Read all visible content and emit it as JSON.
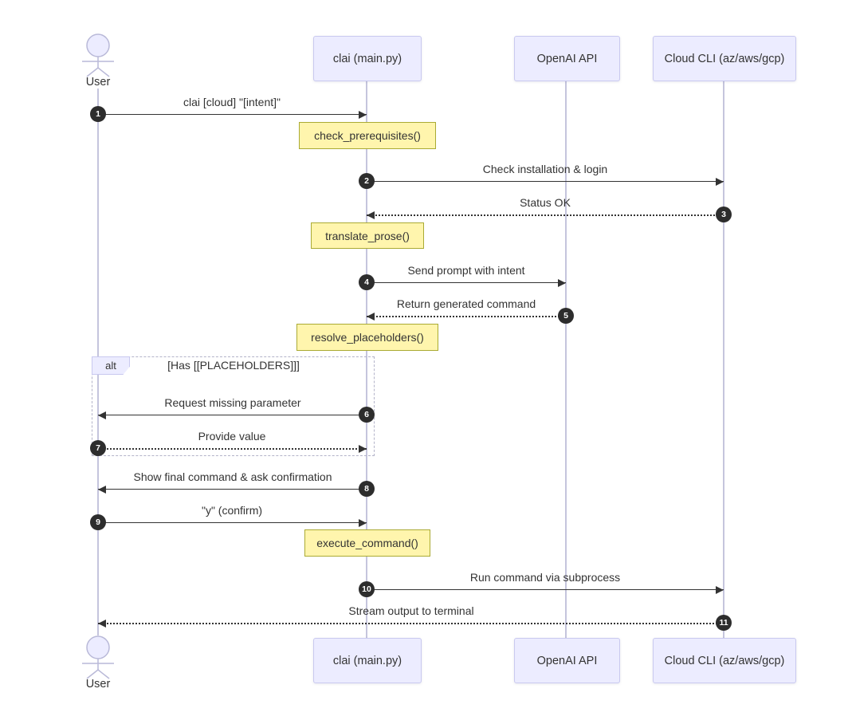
{
  "diagram": {
    "kind": "sequence-diagram",
    "actors": {
      "top_label": "User",
      "bottom_label": "User"
    },
    "participants": [
      {
        "label": "clai (main.py)"
      },
      {
        "label": "OpenAI API"
      },
      {
        "label": "Cloud CLI (az/aws/gcp)"
      }
    ],
    "messages": [
      {
        "num": "1",
        "label": "clai [cloud] \"[intent]\"",
        "from": "User",
        "to": "clai (main.py)",
        "line": "solid"
      },
      {
        "num": "2",
        "label": "Check installation & login",
        "from": "clai (main.py)",
        "to": "Cloud CLI (az/aws/gcp)",
        "line": "solid"
      },
      {
        "num": "3",
        "label": "Status OK",
        "from": "Cloud CLI (az/aws/gcp)",
        "to": "clai (main.py)",
        "line": "dotted"
      },
      {
        "num": "4",
        "label": "Send prompt with intent",
        "from": "clai (main.py)",
        "to": "OpenAI API",
        "line": "solid"
      },
      {
        "num": "5",
        "label": "Return generated command",
        "from": "OpenAI API",
        "to": "clai (main.py)",
        "line": "dotted"
      },
      {
        "num": "6",
        "label": "Request missing parameter",
        "from": "clai (main.py)",
        "to": "User",
        "line": "solid"
      },
      {
        "num": "7",
        "label": "Provide value",
        "from": "User",
        "to": "clai (main.py)",
        "line": "dotted"
      },
      {
        "num": "8",
        "label": "Show final command & ask confirmation",
        "from": "clai (main.py)",
        "to": "User",
        "line": "solid"
      },
      {
        "num": "9",
        "label": "\"y\" (confirm)",
        "from": "User",
        "to": "clai (main.py)",
        "line": "solid"
      },
      {
        "num": "10",
        "label": "Run command via subprocess",
        "from": "clai (main.py)",
        "to": "Cloud CLI (az/aws/gcp)",
        "line": "solid"
      },
      {
        "num": "11",
        "label": "Stream output to terminal",
        "from": "Cloud CLI (az/aws/gcp)",
        "to": "User",
        "line": "dotted"
      }
    ],
    "notes": [
      {
        "label": "check_prerequisites()"
      },
      {
        "label": "translate_prose()"
      },
      {
        "label": "resolve_placeholders()"
      },
      {
        "label": "execute_command()"
      }
    ],
    "alt_frame": {
      "label": "alt",
      "condition": "[Has [[PLACEHOLDERS]]]"
    },
    "colors": {
      "participant_fill": "#ECECFF",
      "participant_border": "#c9c9ef",
      "note_fill": "#fff5ad",
      "note_border": "#aaaa33",
      "arrow": "#333333",
      "lifeline": "#c5c5dd",
      "number_badge": "#2d2d2d"
    }
  }
}
